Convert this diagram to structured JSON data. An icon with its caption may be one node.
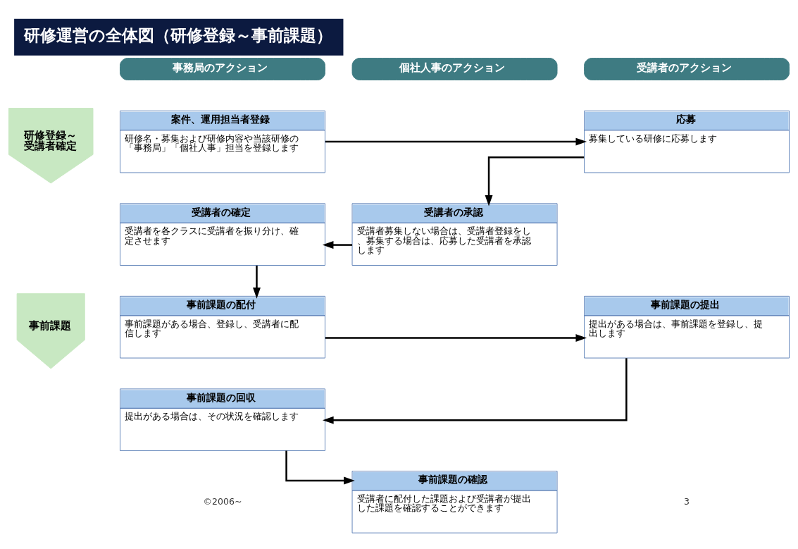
{
  "diagram": {
    "title": "研修運営の全体図（研修登録～事前課題）",
    "nodes": [
      {
        "text": [
          "事務局のアクション"
        ]
      },
      {
        "text": [
          "個社人事のアクション"
        ]
      },
      {
        "text": [
          "受講者のアクション"
        ]
      },
      {
        "text": [
          "研修登録～受講者確定"
        ]
      },
      {
        "text": [
          "案件、運用担当者登録",
          "研修名・募集および研修内容や当該研修の「事務局」「個社人事」担当を登録します"
        ]
      },
      {
        "text": [
          "応募",
          "募集している研修に応募します"
        ]
      },
      {
        "text": [
          "受講者の確定",
          "受講者を各クラスに受講者を振り分け、確定させます"
        ]
      },
      {
        "text": [
          "受講者の承認",
          "受講者募集しない場合は、受講者登録をし、募集する場合は、応募した受講者を承認します"
        ]
      },
      {
        "text": [
          "事前課題"
        ]
      },
      {
        "text": [
          "事前課題の配付",
          "事前課題がある場合、登録し、受講者に配信します"
        ]
      },
      {
        "text": [
          "事前課題の提出",
          "提出がある場合は、事前課題を登録し、提出します"
        ]
      },
      {
        "text": [
          "事前課題の回収",
          "提出がある場合は、その状況を確認します"
        ]
      },
      {
        "text": [
          "事前課題の確認",
          "受講者に配付した課題および受講者が提出した課題を確認することができます"
        ]
      }
    ],
    "edges": [
      {
        "from": 4,
        "to": 5,
        "arrow": "to"
      },
      {
        "from": 5,
        "to": 7,
        "arrow": "to"
      },
      {
        "from": 7,
        "to": 6,
        "arrow": "to"
      },
      {
        "from": 6,
        "to": 9,
        "arrow": "to"
      },
      {
        "from": 9,
        "to": 10,
        "arrow": "to"
      },
      {
        "from": 10,
        "to": 11,
        "arrow": "to"
      },
      {
        "from": 11,
        "to": 12,
        "arrow": "to"
      }
    ],
    "labels": [
      "©2006~",
      "3"
    ]
  }
}
